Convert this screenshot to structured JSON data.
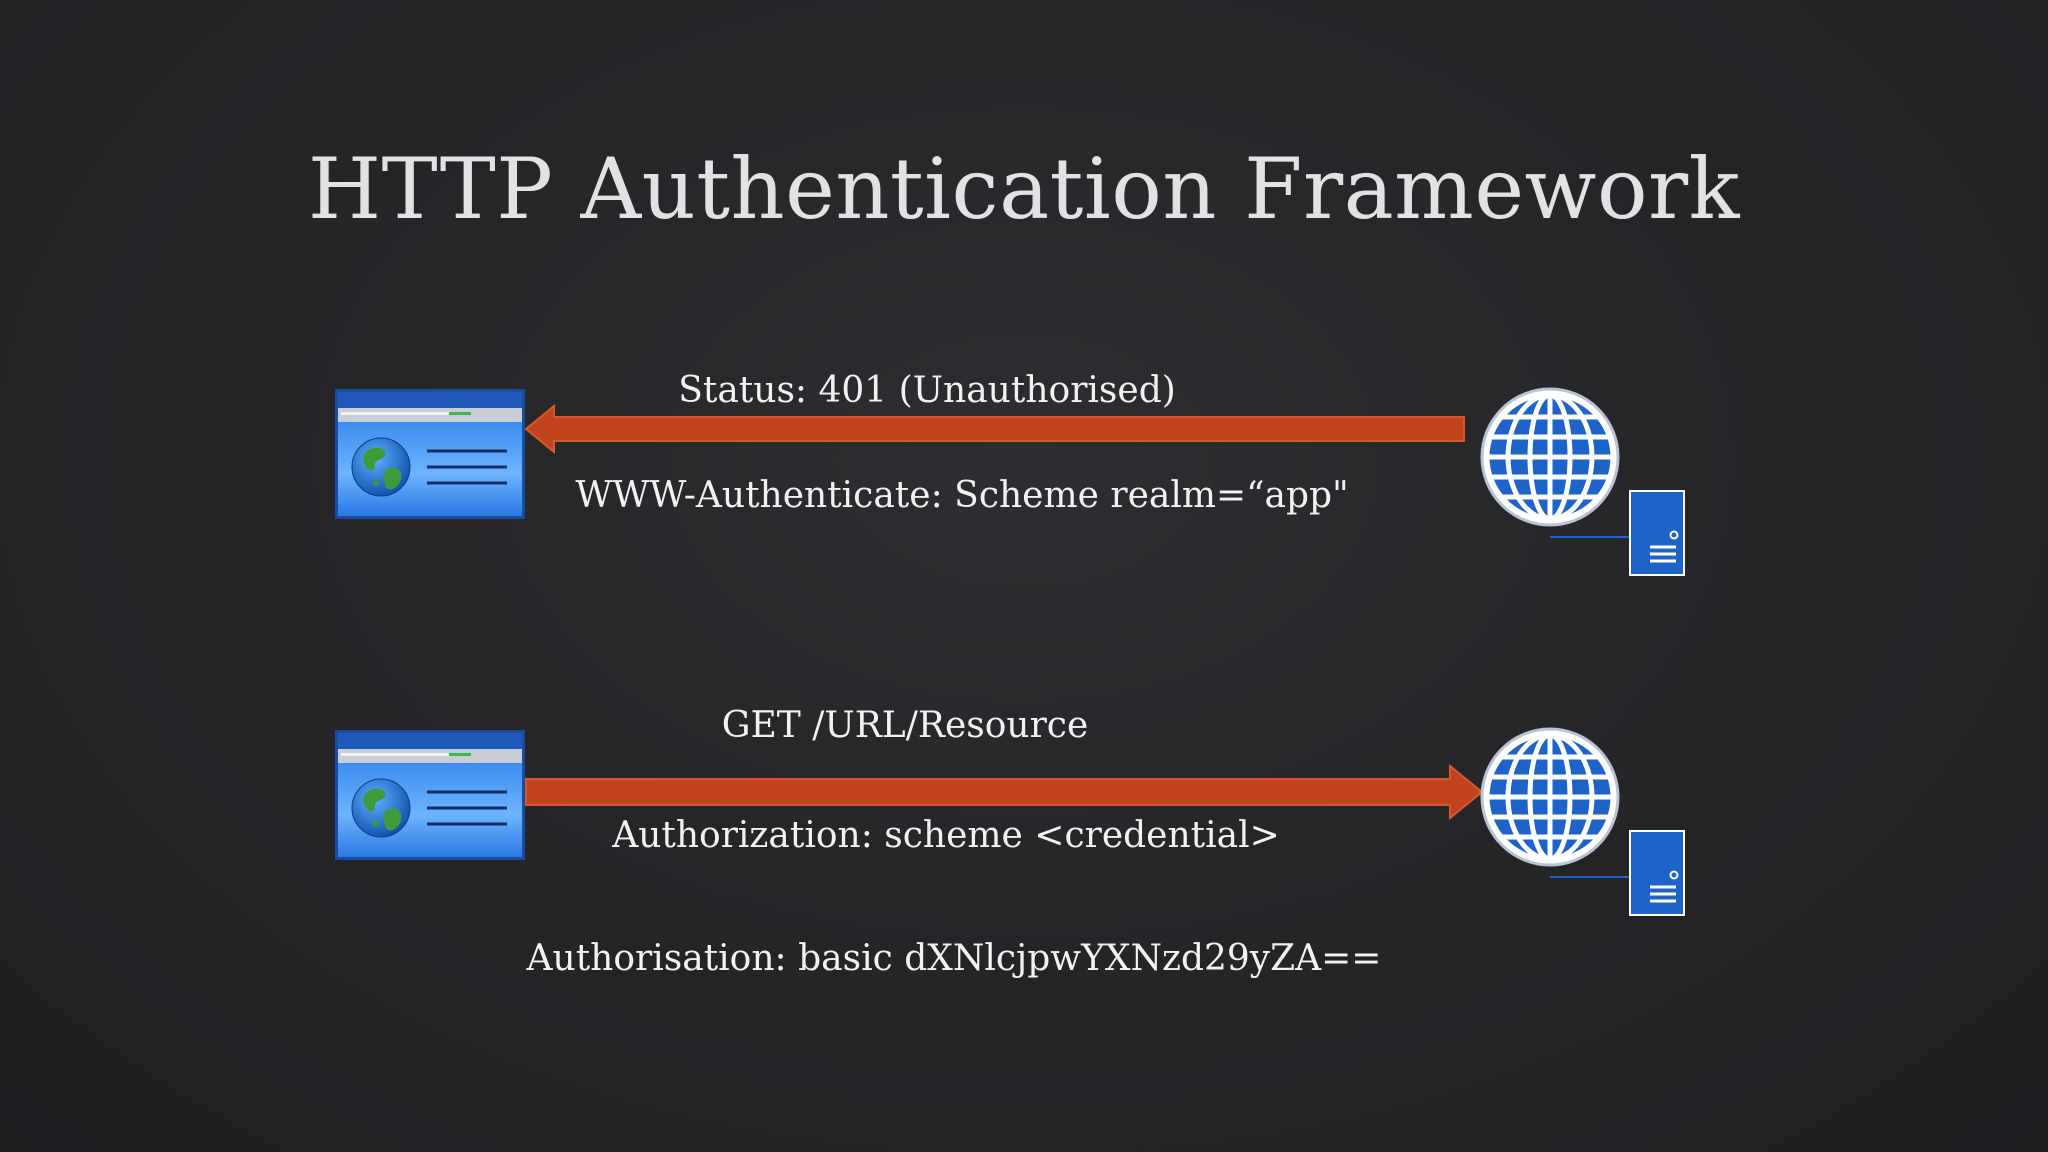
{
  "slide": {
    "title": "HTTP Authentication Framework"
  },
  "response_exchange": {
    "direction": "server-to-client",
    "status_line": "Status: 401 (Unauthorised)",
    "header_line": "WWW-Authenticate: Scheme realm=“app\""
  },
  "request_exchange": {
    "direction": "client-to-server",
    "request_line": "GET /URL/Resource",
    "header_line": "Authorization: scheme <credential>",
    "example_line": "Authorisation: basic dXNlcjpwYXNzd29yZA=="
  },
  "icons": {
    "client": "browser-window-icon",
    "server_globe": "globe-icon",
    "server_box": "server-icon"
  },
  "colors": {
    "background": "#262528",
    "arrow": "#c2441c",
    "icon_blue": "#1e64c8",
    "title_text": "#e2e2e4",
    "label_text": "#f2f2f2"
  }
}
